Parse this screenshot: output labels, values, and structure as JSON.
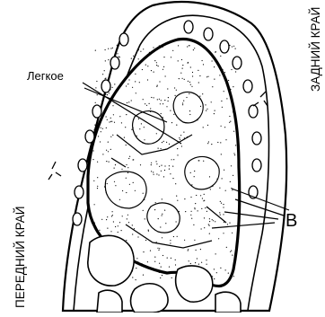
{
  "labels": {
    "lung": "Легкое",
    "anterior_edge": "ПЕРЕДНИЙ КРАЙ",
    "posterior_edge": "ЗАДНИЙ КРАЙ",
    "marker_b": "В"
  },
  "colors": {
    "ink": "#000000",
    "paper": "#ffffff"
  }
}
